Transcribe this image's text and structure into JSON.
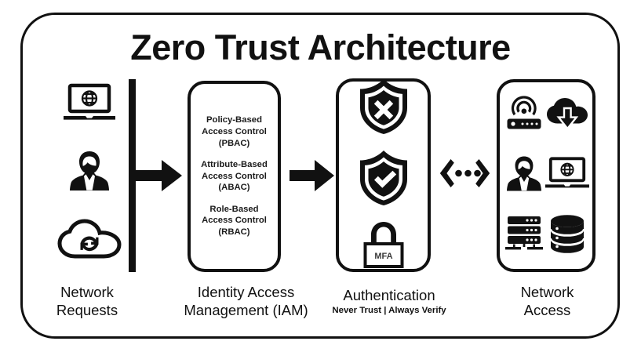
{
  "title": "Zero Trust Architecture",
  "stages": {
    "network_requests": {
      "caption_line1": "Network",
      "caption_line2": "Requests",
      "icons": [
        "laptop-globe-icon",
        "user-person-icon",
        "cloud-sync-icon"
      ]
    },
    "iam": {
      "caption_line1": "Identity Access",
      "caption_line2": "Management (IAM)",
      "controls": [
        {
          "line1": "Policy-Based",
          "line2": "Access Control",
          "line3": "(PBAC)"
        },
        {
          "line1": "Attribute-Based",
          "line2": "Access Control",
          "line3": "(ABAC)"
        },
        {
          "line1": "Role-Based",
          "line2": "Access Control",
          "line3": "(RBAC)"
        }
      ]
    },
    "authentication": {
      "caption": "Authentication",
      "subcaption": "Never Trust  |  Always Verify",
      "lock_label": "MFA",
      "icons": [
        "shield-deny-icon",
        "shield-approve-icon",
        "padlock-mfa-icon"
      ]
    },
    "network_access": {
      "caption_line1": "Network",
      "caption_line2": "Access",
      "icons": [
        "wifi-router-icon",
        "cloud-download-icon",
        "user-person-icon",
        "laptop-globe-icon",
        "server-rack-icon",
        "database-icon"
      ]
    }
  },
  "connectors": {
    "arrow_1": "arrow-right-icon",
    "arrow_2": "arrow-right-icon",
    "bidirectional": "chevron-dots-connector-icon"
  },
  "colors": {
    "ink": "#111111",
    "background": "#ffffff"
  }
}
